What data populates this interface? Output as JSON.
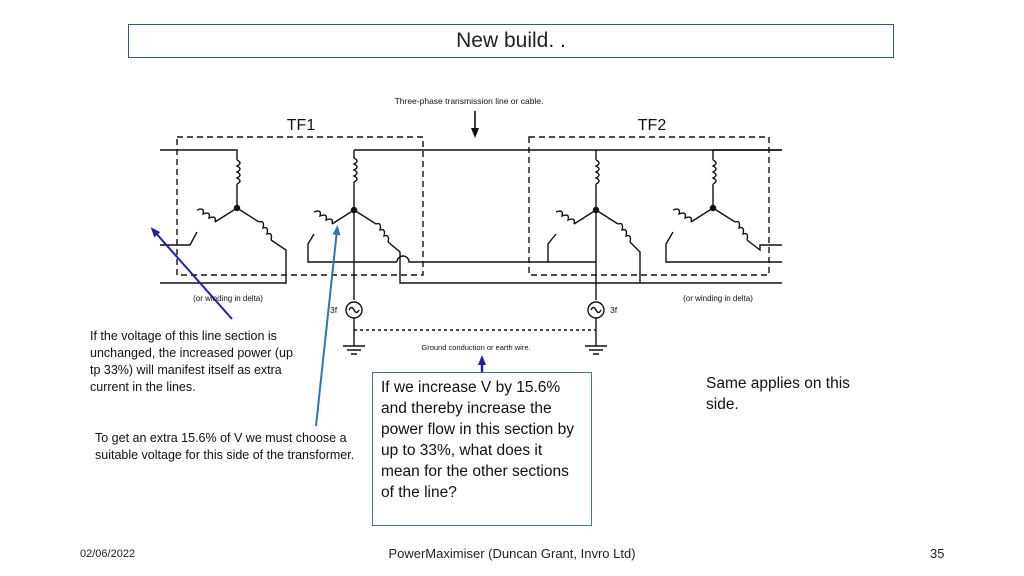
{
  "slide": {
    "title": "New build. .",
    "footer_date": "02/06/2022",
    "footer_center": "PowerMaximiser  (Duncan Grant, Invro Ltd)",
    "page_number": "35"
  },
  "diagram": {
    "transmission_label": "Three-phase transmission line or cable.",
    "tf1_label": "TF1",
    "tf2_label": "TF2",
    "left_delta_note": "(or winding in delta)",
    "right_delta_note": "(or winding in delta)",
    "source_left_label": "3f",
    "source_right_label": "3f",
    "ground_label": "Ground conduction or earth wire."
  },
  "notes": {
    "voltage_unchanged": "If the voltage of this line section is unchanged, the increased power (up tp 33%) will manifest itself as extra current in the lines.",
    "extra_voltage": "To get an extra 15.6% of V we must choose a suitable voltage for this side of the transformer.",
    "question": "If we increase V by 15.6% and thereby increase the power flow in this section by up to 33%, what does it mean for the other sections of the line?",
    "same_applies": "Same applies on this side."
  },
  "colors": {
    "title_border": "#2f5597",
    "arrow_dark_blue": "#1f1fa8",
    "arrow_teal": "#2e75b6",
    "wire": "#111111"
  }
}
